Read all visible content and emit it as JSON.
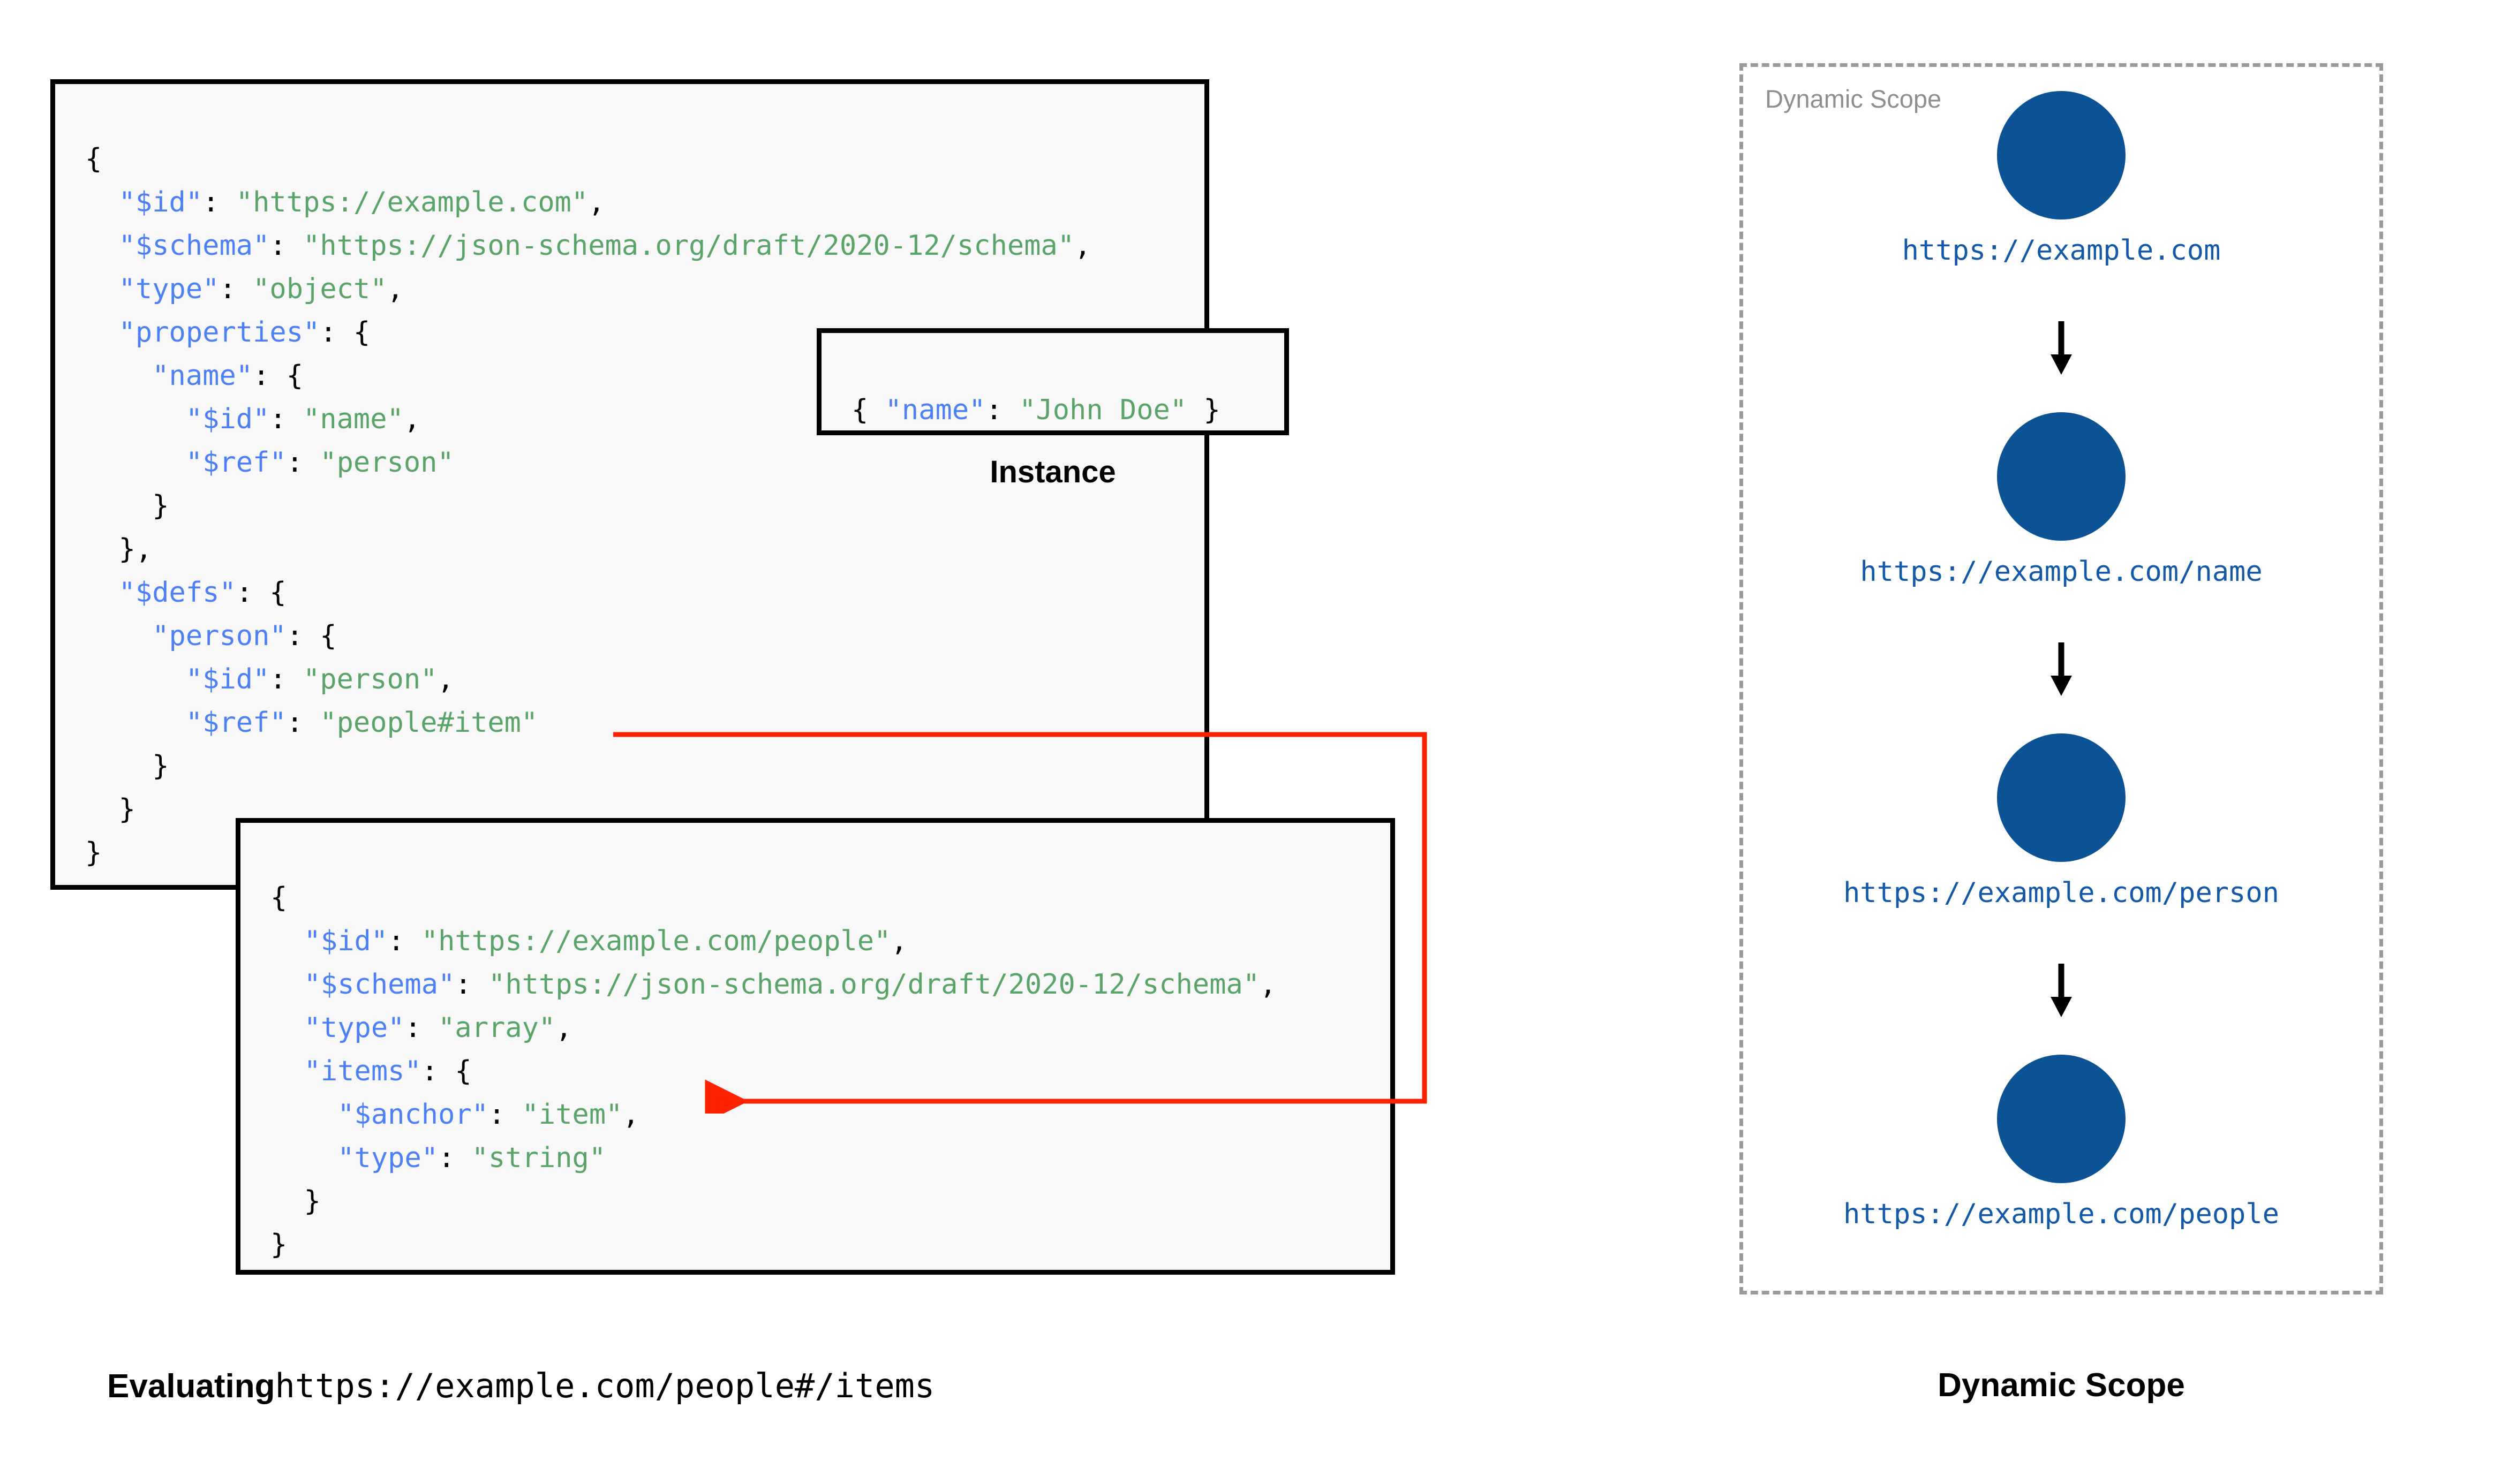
{
  "diagram": {
    "title_left": "Evaluating",
    "title_left_uri": "https://example.com/people#/items",
    "title_right": "Dynamic Scope"
  },
  "schema_root": {
    "lines": [
      {
        "indent": 0,
        "tokens": [
          {
            "t": "p",
            "v": "{"
          }
        ]
      },
      {
        "indent": 1,
        "tokens": [
          {
            "t": "k",
            "v": "\"$id\""
          },
          {
            "t": "p",
            "v": ": "
          },
          {
            "t": "s",
            "v": "\"https://example.com\""
          },
          {
            "t": "p",
            "v": ","
          }
        ]
      },
      {
        "indent": 1,
        "tokens": [
          {
            "t": "k",
            "v": "\"$schema\""
          },
          {
            "t": "p",
            "v": ": "
          },
          {
            "t": "s",
            "v": "\"https://json-schema.org/draft/2020-12/schema\""
          },
          {
            "t": "p",
            "v": ","
          }
        ]
      },
      {
        "indent": 1,
        "tokens": [
          {
            "t": "k",
            "v": "\"type\""
          },
          {
            "t": "p",
            "v": ": "
          },
          {
            "t": "s",
            "v": "\"object\""
          },
          {
            "t": "p",
            "v": ","
          }
        ]
      },
      {
        "indent": 1,
        "tokens": [
          {
            "t": "k",
            "v": "\"properties\""
          },
          {
            "t": "p",
            "v": ": {"
          }
        ]
      },
      {
        "indent": 2,
        "tokens": [
          {
            "t": "k",
            "v": "\"name\""
          },
          {
            "t": "p",
            "v": ": {"
          }
        ]
      },
      {
        "indent": 3,
        "tokens": [
          {
            "t": "k",
            "v": "\"$id\""
          },
          {
            "t": "p",
            "v": ": "
          },
          {
            "t": "s",
            "v": "\"name\""
          },
          {
            "t": "p",
            "v": ","
          }
        ]
      },
      {
        "indent": 3,
        "tokens": [
          {
            "t": "k",
            "v": "\"$ref\""
          },
          {
            "t": "p",
            "v": ": "
          },
          {
            "t": "s",
            "v": "\"person\""
          }
        ]
      },
      {
        "indent": 2,
        "tokens": [
          {
            "t": "p",
            "v": "}"
          }
        ]
      },
      {
        "indent": 1,
        "tokens": [
          {
            "t": "p",
            "v": "},"
          }
        ]
      },
      {
        "indent": 1,
        "tokens": [
          {
            "t": "k",
            "v": "\"$defs\""
          },
          {
            "t": "p",
            "v": ": {"
          }
        ]
      },
      {
        "indent": 2,
        "tokens": [
          {
            "t": "k",
            "v": "\"person\""
          },
          {
            "t": "p",
            "v": ": {"
          }
        ]
      },
      {
        "indent": 3,
        "tokens": [
          {
            "t": "k",
            "v": "\"$id\""
          },
          {
            "t": "p",
            "v": ": "
          },
          {
            "t": "s",
            "v": "\"person\""
          },
          {
            "t": "p",
            "v": ","
          }
        ]
      },
      {
        "indent": 3,
        "tokens": [
          {
            "t": "k",
            "v": "\"$ref\""
          },
          {
            "t": "p",
            "v": ": "
          },
          {
            "t": "s",
            "v": "\"people#item\""
          }
        ]
      },
      {
        "indent": 2,
        "tokens": [
          {
            "t": "p",
            "v": "}"
          }
        ]
      },
      {
        "indent": 1,
        "tokens": [
          {
            "t": "p",
            "v": "}"
          }
        ]
      },
      {
        "indent": 0,
        "tokens": [
          {
            "t": "p",
            "v": "}"
          }
        ]
      }
    ]
  },
  "instance": {
    "caption": "Instance",
    "lines": [
      {
        "indent": 0,
        "tokens": [
          {
            "t": "p",
            "v": "{ "
          },
          {
            "t": "k",
            "v": "\"name\""
          },
          {
            "t": "p",
            "v": ": "
          },
          {
            "t": "s",
            "v": "\"John Doe\""
          },
          {
            "t": "p",
            "v": " }"
          }
        ]
      }
    ]
  },
  "schema_people": {
    "lines": [
      {
        "indent": 0,
        "tokens": [
          {
            "t": "p",
            "v": "{"
          }
        ]
      },
      {
        "indent": 1,
        "tokens": [
          {
            "t": "k",
            "v": "\"$id\""
          },
          {
            "t": "p",
            "v": ": "
          },
          {
            "t": "s",
            "v": "\"https://example.com/people\""
          },
          {
            "t": "p",
            "v": ","
          }
        ]
      },
      {
        "indent": 1,
        "tokens": [
          {
            "t": "k",
            "v": "\"$schema\""
          },
          {
            "t": "p",
            "v": ": "
          },
          {
            "t": "s",
            "v": "\"https://json-schema.org/draft/2020-12/schema\""
          },
          {
            "t": "p",
            "v": ","
          }
        ]
      },
      {
        "indent": 1,
        "tokens": [
          {
            "t": "k",
            "v": "\"type\""
          },
          {
            "t": "p",
            "v": ": "
          },
          {
            "t": "s",
            "v": "\"array\""
          },
          {
            "t": "p",
            "v": ","
          }
        ]
      },
      {
        "indent": 1,
        "tokens": [
          {
            "t": "k",
            "v": "\"items\""
          },
          {
            "t": "p",
            "v": ": {"
          }
        ]
      },
      {
        "indent": 2,
        "tokens": [
          {
            "t": "k",
            "v": "\"$anchor\""
          },
          {
            "t": "p",
            "v": ": "
          },
          {
            "t": "s",
            "v": "\"item\""
          },
          {
            "t": "p",
            "v": ","
          }
        ]
      },
      {
        "indent": 2,
        "tokens": [
          {
            "t": "k",
            "v": "\"type\""
          },
          {
            "t": "p",
            "v": ": "
          },
          {
            "t": "s",
            "v": "\"string\""
          }
        ]
      },
      {
        "indent": 1,
        "tokens": [
          {
            "t": "p",
            "v": "}"
          }
        ]
      },
      {
        "indent": 0,
        "tokens": [
          {
            "t": "p",
            "v": "}"
          }
        ]
      }
    ]
  },
  "dynamic_scope": {
    "legend": "Dynamic Scope",
    "nodes": [
      {
        "label": "https://example.com"
      },
      {
        "label": "https://example.com/name"
      },
      {
        "label": "https://example.com/person"
      },
      {
        "label": "https://example.com/people"
      }
    ]
  },
  "colors": {
    "node_fill": "#0b5394",
    "node_label": "#1459a8",
    "ref_arrow": "#ff2200",
    "json_key": "#4d7ff5",
    "json_string": "#5aa469",
    "box_border": "#000000",
    "box_fill": "#f8f8f8",
    "scope_border": "#9a9a9a",
    "legend_text": "#8e8e8e"
  }
}
